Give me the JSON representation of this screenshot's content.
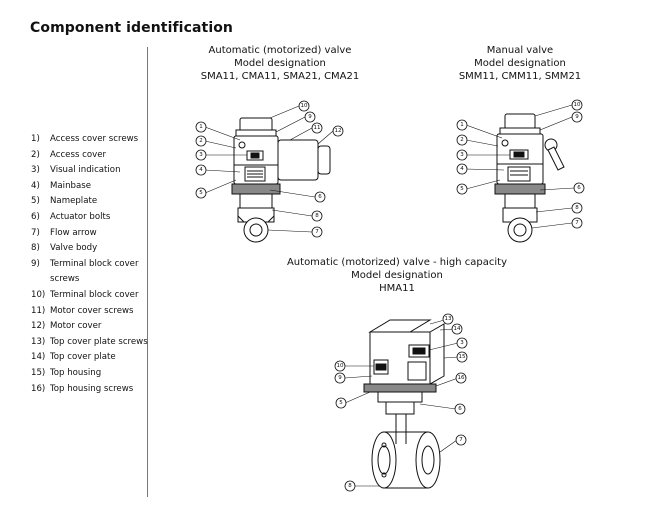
{
  "title": "Component identification",
  "legend": [
    {
      "num": "1)",
      "label": "Access cover screws"
    },
    {
      "num": "2)",
      "label": "Access cover"
    },
    {
      "num": "3)",
      "label": "Visual indication"
    },
    {
      "num": "4)",
      "label": "Mainbase"
    },
    {
      "num": "5)",
      "label": "Nameplate"
    },
    {
      "num": "6)",
      "label": "Actuator bolts"
    },
    {
      "num": "7)",
      "label": "Flow arrow"
    },
    {
      "num": "8)",
      "label": "Valve body"
    },
    {
      "num": "9)",
      "label": "Terminal block cover screws"
    },
    {
      "num": "10)",
      "label": "Terminal block cover"
    },
    {
      "num": "11)",
      "label": "Motor cover screws"
    },
    {
      "num": "12)",
      "label": "Motor cover"
    },
    {
      "num": "13)",
      "label": "Top cover plate screws"
    },
    {
      "num": "14)",
      "label": "Top cover plate"
    },
    {
      "num": "15)",
      "label": "Top housing"
    },
    {
      "num": "16)",
      "label": "Top housing screws"
    }
  ],
  "figures": {
    "auto": {
      "line1": "Automatic (motorized) valve",
      "line2": "Model designation",
      "line3": "SMA11, CMA11, SMA21, CMA21",
      "callouts": [
        "1",
        "2",
        "3",
        "4",
        "5",
        "6",
        "7",
        "8",
        "9",
        "10",
        "11",
        "12"
      ]
    },
    "manual": {
      "line1": "Manual valve",
      "line2": "Model designation",
      "line3": "SMM11, CMM11, SMM21",
      "callouts": [
        "1",
        "2",
        "3",
        "4",
        "5",
        "6",
        "7",
        "8",
        "9",
        "10"
      ]
    },
    "high": {
      "line1": "Automatic (motorized) valve - high capacity",
      "line2": "Model designation",
      "line3": "HMA11",
      "callouts": [
        "13",
        "14",
        "3",
        "15",
        "10",
        "9",
        "16",
        "5",
        "6",
        "7",
        "8"
      ]
    }
  }
}
